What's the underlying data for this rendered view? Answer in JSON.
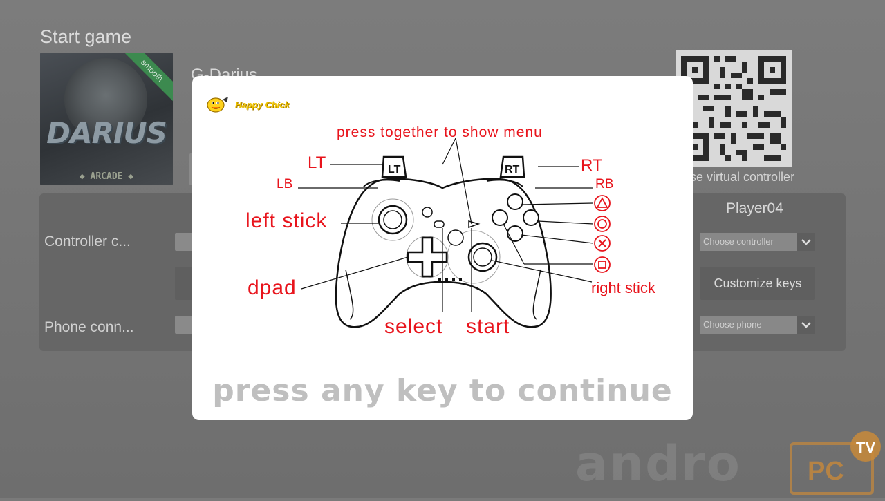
{
  "background": {
    "title": "Start game",
    "game": {
      "name": "G-Darius",
      "badge": "smooth",
      "cover_logo": "DARIUS",
      "cover_sub": "ARCADE"
    },
    "qr_caption": "Use virtual controller",
    "panel": {
      "player_header": "Player04",
      "controller_label": "Controller c...",
      "phone_label": "Phone conn...",
      "controller_placeholder": "Choose controller",
      "phone_placeholder": "Choose phone",
      "customize_label": "Customize keys"
    },
    "watermark": "andro",
    "pctv": {
      "pc": "PC",
      "tv": "TV"
    }
  },
  "modal": {
    "brand": "Happy Chick",
    "menu_hint": "press together to show menu",
    "labels": {
      "lt": "LT",
      "rt": "RT",
      "lb": "LB",
      "rb": "RB",
      "left_stick": "left stick",
      "dpad": "dpad",
      "select": "select",
      "start": "start",
      "right_stick": "right stick"
    },
    "continue_text": "press any key to continue"
  },
  "colors": {
    "label_red": "#e8141c",
    "brand_yellow": "#f0c400",
    "continue_gray": "#bfbfbf"
  }
}
